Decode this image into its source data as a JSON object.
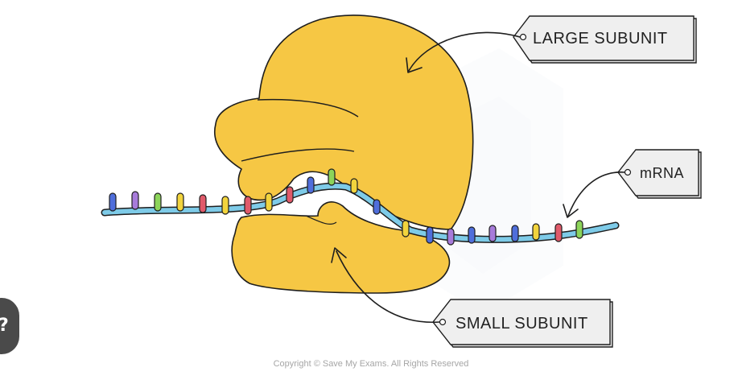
{
  "labels": {
    "large_subunit": "LARGE  SUBUNIT",
    "mrna": "mRNA",
    "small_subunit": "SMALL  SUBUNIT"
  },
  "copyright": "Copyright © Save My Exams. All Rights Reserved",
  "colors": {
    "subunit_fill": "#F6C744",
    "outline": "#1e1e1e",
    "mrna_strand": "#7ECBE8",
    "tag_fill": "#EFEFEF",
    "base_palette": [
      "#4F6EDB",
      "#A77BDA",
      "#8CD45A",
      "#F2D43D",
      "#E05A6A"
    ]
  }
}
